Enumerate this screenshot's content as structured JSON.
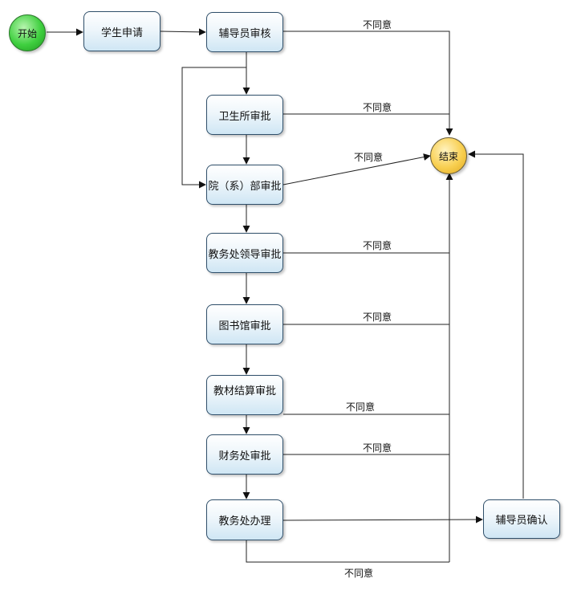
{
  "nodes": {
    "start": "开始",
    "student_apply": "学生申请",
    "counselor_review": "辅导员审核",
    "clinic_approve": "卫生所审批",
    "department_approve": "院（系）部审批",
    "academic_leader_approve": "教务处领导审批",
    "library_approve": "图书馆审批",
    "textbook_settle_approve": "教材结算审批",
    "finance_approve": "财务处审批",
    "academic_handle": "教务处办理",
    "counselor_confirm": "辅导员确认",
    "end": "结束"
  },
  "edge_labels": {
    "counselor_disagree": "不同意",
    "clinic_disagree": "不同意",
    "department_disagree": "不同意",
    "academic_leader_disagree": "不同意",
    "library_disagree": "不同意",
    "textbook_disagree": "不同意",
    "finance_disagree": "不同意",
    "academic_handle_disagree": "不同意"
  }
}
